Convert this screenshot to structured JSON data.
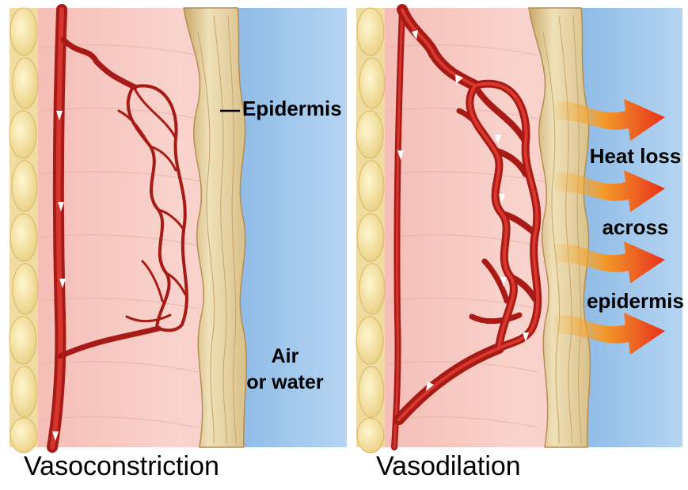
{
  "panels": {
    "left": {
      "caption": "Vasoconstriction",
      "epidermis_label": "Epidermis",
      "medium_label_line1": "Air",
      "medium_label_line2": "or water"
    },
    "right": {
      "caption": "Vasodilation",
      "heat_label_line1": "Heat loss",
      "heat_label_line2": "across",
      "heat_label_line3": "epidermis"
    }
  },
  "colors": {
    "fat": "#f3e0a0",
    "dermis": "#f7c9c3",
    "epidermis": "#e6d3a6",
    "medium": "#a6cbee",
    "vessel": "#b8201b",
    "arrow": "#e8411d"
  }
}
